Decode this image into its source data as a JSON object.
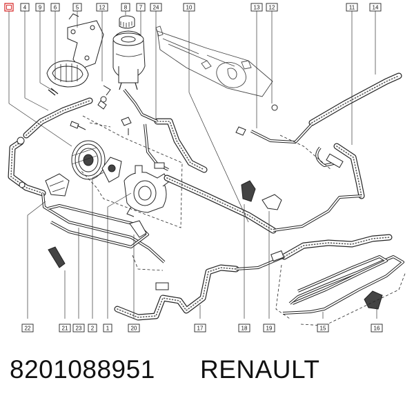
{
  "callouts": {
    "c1": "1",
    "c2": "2",
    "c4": "4",
    "c5": "5",
    "c6": "6",
    "c7": "7",
    "c8": "8",
    "c9": "9",
    "c10": "10",
    "c11": "11",
    "c12a": "12",
    "c12b": "12",
    "c13": "13",
    "c14": "14",
    "c15": "15",
    "c16": "16",
    "c17": "17",
    "c18": "18",
    "c19": "19",
    "c20": "20",
    "c21": "21",
    "c22": "22",
    "c23": "23",
    "c24": "24"
  },
  "caption": {
    "part_number": "8201088951",
    "brand": "RENAULT"
  },
  "colors": {
    "ink": "#222222",
    "first_callout_highlight": "#d42020"
  }
}
